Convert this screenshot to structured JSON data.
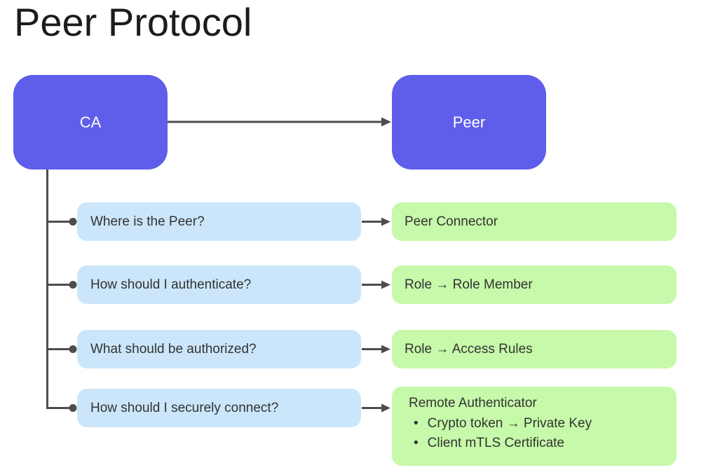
{
  "title": "Peer Protocol",
  "colors": {
    "node_fill": "#5f5eea",
    "node_text": "#ffffff",
    "question_fill": "#cbe6fa",
    "answer_fill": "#c6f9a9",
    "connector": "#4d4d4d",
    "body_text": "#333333",
    "title_text": "#1c1c1c"
  },
  "nodes": {
    "ca": {
      "label": "CA"
    },
    "peer": {
      "label": "Peer"
    }
  },
  "rows": [
    {
      "question": "Where is the Peer?",
      "answer": "Peer Connector"
    },
    {
      "question": "How should I authenticate?",
      "answer": "Role → Role Member"
    },
    {
      "question": "What should be authorized?",
      "answer": "Role → Access Rules"
    },
    {
      "question": "How should I securely connect?",
      "answer_title": "Remote Authenticator",
      "answer_bullets": [
        "Crypto token → Private Key",
        "Client mTLS Certificate"
      ]
    }
  ]
}
